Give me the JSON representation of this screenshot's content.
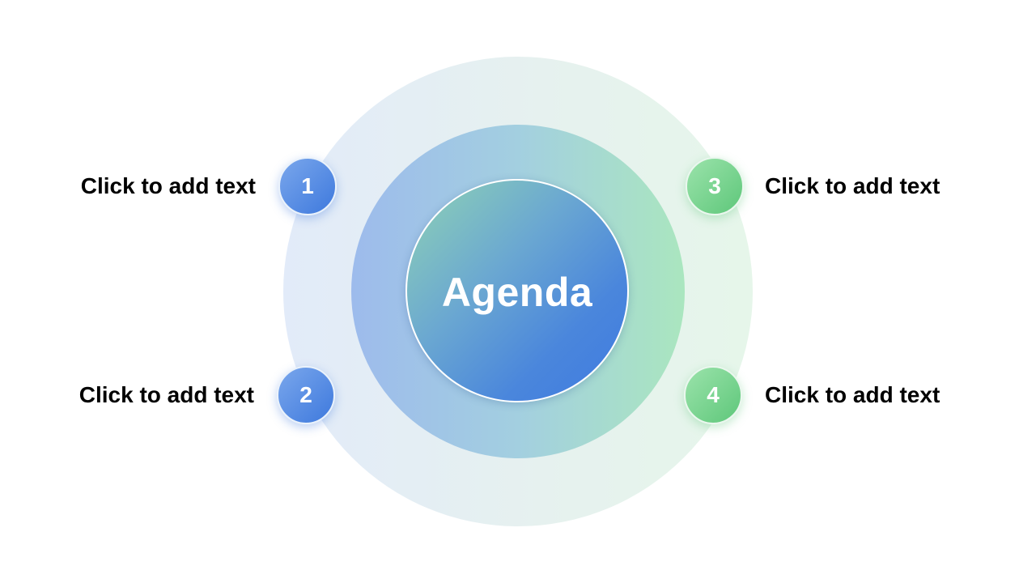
{
  "center": {
    "title": "Agenda"
  },
  "items": [
    {
      "number": "1",
      "label": "Click to add text"
    },
    {
      "number": "2",
      "label": "Click to add text"
    },
    {
      "number": "3",
      "label": "Click to add text"
    },
    {
      "number": "4",
      "label": "Click to add text"
    }
  ],
  "colors": {
    "blue_accent": "#3e79dd",
    "green_accent": "#5ec77a",
    "text": "#000000",
    "background": "#ffffff"
  }
}
